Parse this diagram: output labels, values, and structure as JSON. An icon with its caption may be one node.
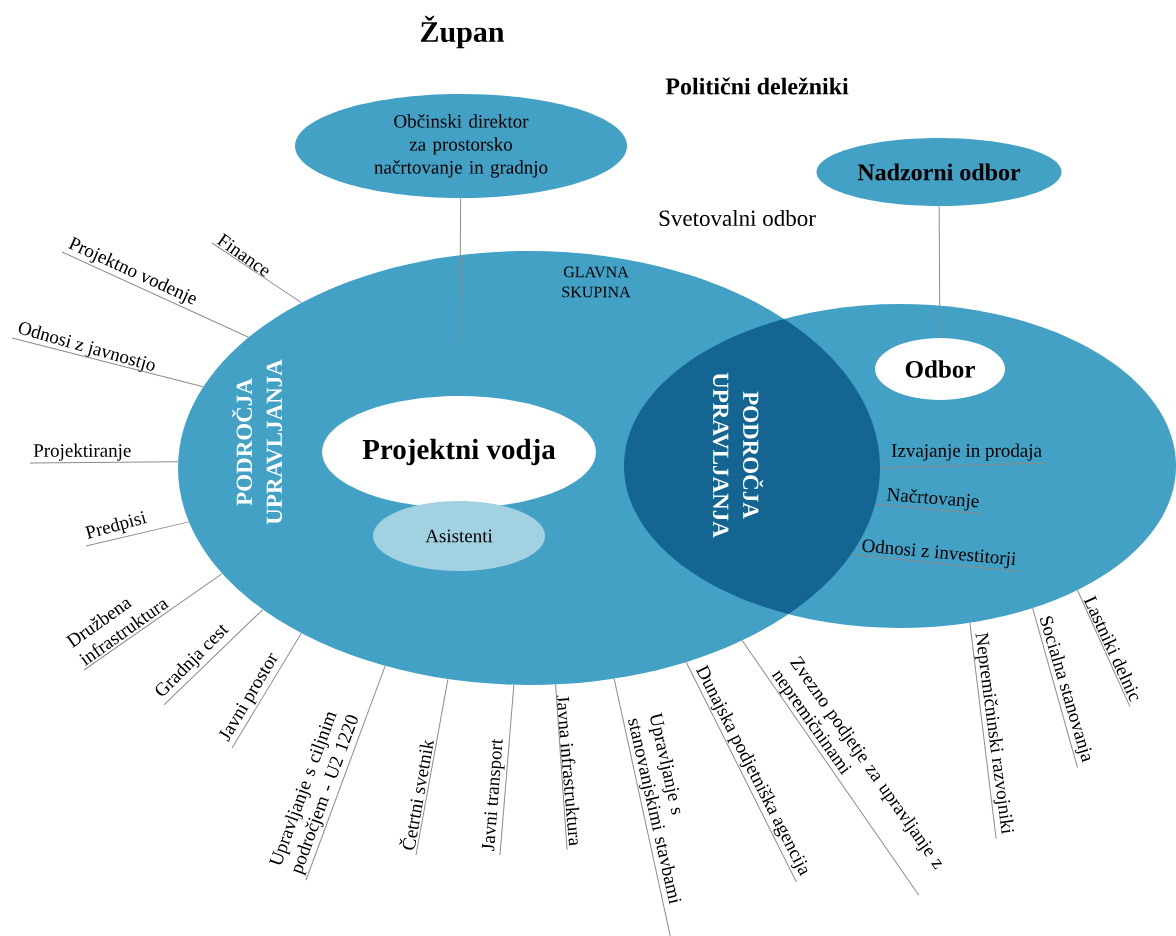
{
  "diagram": {
    "nodes": [
      {
        "text": [
          "Občinski direktor za prostorsko načrtovanje in gradnjo"
        ]
      },
      {
        "text": [
          "Nadzorni odbor"
        ]
      },
      {
        "text": [
          "GLAVNA SKUPINA",
          "PODROČJA UPRAVLJANJA"
        ]
      },
      {
        "text": [
          "Projektni vodja"
        ],
        "in": 2
      },
      {
        "text": [
          "Asistenti"
        ],
        "in": 2
      },
      {
        "text": [
          "PODROČJA UPRAVLJANJA"
        ]
      },
      {
        "text": [
          "Odbor"
        ],
        "in": 5
      },
      {
        "text": [
          "Finance"
        ]
      },
      {
        "text": [
          "Projektno vodenje"
        ]
      },
      {
        "text": [
          "Odnosi z javnostjo"
        ]
      },
      {
        "text": [
          "Projektiranje"
        ]
      },
      {
        "text": [
          "Predpisi"
        ]
      },
      {
        "text": [
          "Družbena infrastruktura"
        ]
      },
      {
        "text": [
          "Gradnja cest"
        ]
      },
      {
        "text": [
          "Javni prostor"
        ]
      },
      {
        "text": [
          "Upravljanje s ciljnim področjem - U2 1220"
        ]
      },
      {
        "text": [
          "Četrtni svetnik"
        ]
      },
      {
        "text": [
          "Javni transport"
        ]
      },
      {
        "text": [
          "Javna infrastruktura"
        ]
      },
      {
        "text": [
          "Upravljanje s stanovanjskimi stavbami"
        ]
      },
      {
        "text": [
          "Dunajska podjetniška agencija"
        ]
      },
      {
        "text": [
          "Zvezno podjetje za upravljanje z nepremičninami"
        ]
      },
      {
        "text": [
          "Izvajanje in prodaja"
        ],
        "in": 5
      },
      {
        "text": [
          "Načrtovanje"
        ],
        "in": 5
      },
      {
        "text": [
          "Odnosi z investitorji"
        ],
        "in": 5
      },
      {
        "text": [
          "Nepremičninski razvojniki"
        ]
      },
      {
        "text": [
          "Socialna stanovanja"
        ]
      },
      {
        "text": [
          "Lastniki delnic"
        ]
      }
    ],
    "edges": [
      {
        "from": 0,
        "to": 3,
        "arrow": "none"
      },
      {
        "from": 1,
        "to": 6,
        "arrow": "none"
      },
      {
        "from": 7,
        "to": 2,
        "arrow": "none"
      },
      {
        "from": 8,
        "to": 2,
        "arrow": "none"
      },
      {
        "from": 9,
        "to": 2,
        "arrow": "none"
      },
      {
        "from": 10,
        "to": 2,
        "arrow": "none"
      },
      {
        "from": 11,
        "to": 2,
        "arrow": "none"
      },
      {
        "from": 12,
        "to": 2,
        "arrow": "none"
      },
      {
        "from": 13,
        "to": 2,
        "arrow": "none"
      },
      {
        "from": 14,
        "to": 2,
        "arrow": "none"
      },
      {
        "from": 15,
        "to": 2,
        "arrow": "none"
      },
      {
        "from": 16,
        "to": 2,
        "arrow": "none"
      },
      {
        "from": 17,
        "to": 2,
        "arrow": "none"
      },
      {
        "from": 18,
        "to": 2,
        "arrow": "none"
      },
      {
        "from": 19,
        "to": 2,
        "arrow": "none"
      },
      {
        "from": 20,
        "to": 2,
        "arrow": "none"
      },
      {
        "from": 21,
        "to": 2,
        "arrow": "none"
      },
      {
        "from": 22,
        "to": 5,
        "arrow": "none"
      },
      {
        "from": 23,
        "to": 5,
        "arrow": "none"
      },
      {
        "from": 24,
        "to": 5,
        "arrow": "none"
      },
      {
        "from": 25,
        "to": 5,
        "arrow": "none"
      },
      {
        "from": 26,
        "to": 5,
        "arrow": "none"
      },
      {
        "from": 27,
        "to": 5,
        "arrow": "none"
      }
    ],
    "labels": [
      "Župan",
      "Politični deležniki",
      "Svetovalni odbor"
    ]
  }
}
